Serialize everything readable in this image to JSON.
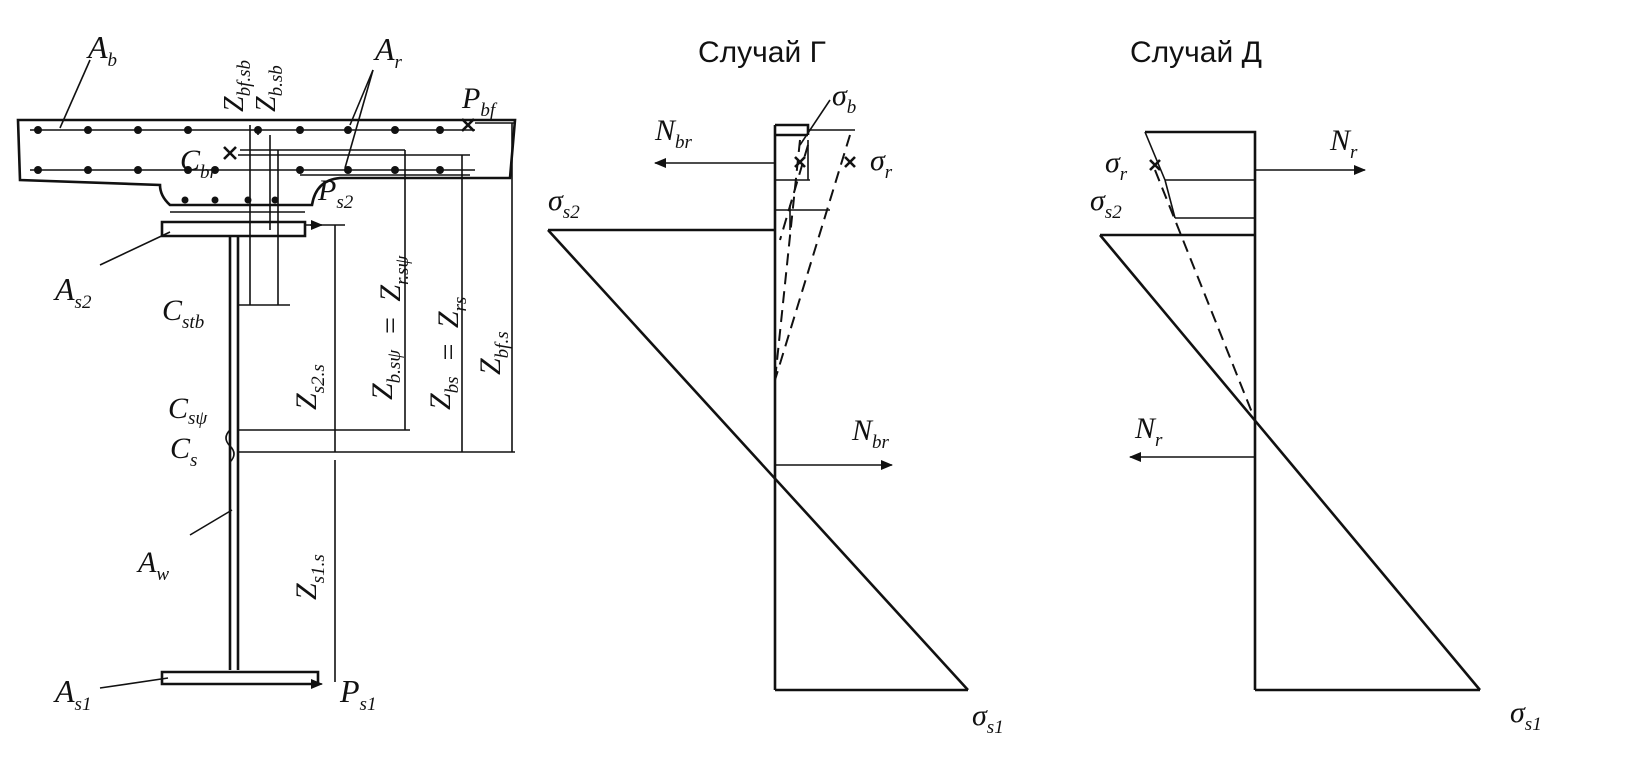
{
  "titles": {
    "case_g": "Случай Г",
    "case_d": "Случай Д"
  },
  "section": {
    "A_b": {
      "main": "A",
      "sub": "b"
    },
    "A_r": {
      "main": "A",
      "sub": "r"
    },
    "Z_bfsb": {
      "main": "Z",
      "sub": "bf.sb"
    },
    "Z_bsb": {
      "main": "Z",
      "sub": "b.sb"
    },
    "P_bf": {
      "main": "P",
      "sub": "bf"
    },
    "C_br": {
      "main": "C",
      "sub": "br"
    },
    "P_s2": {
      "main": "P",
      "sub": "s2"
    },
    "A_s2": {
      "main": "A",
      "sub": "s2"
    },
    "C_stb": {
      "main": "C",
      "sub": "stb"
    },
    "Z_rsv": {
      "main": "Z",
      "sub": "r.sψ",
      "eq": "="
    },
    "Z_rs": {
      "main": "Z",
      "sub": "rs",
      "eq": "="
    },
    "Z_bfs": {
      "main": "Z",
      "sub": "bf.s"
    },
    "Z_s2s": {
      "main": "Z",
      "sub": "s2.s"
    },
    "Z_bsv": {
      "main": "Z",
      "sub": "b.sψ"
    },
    "Z_bs": {
      "main": "Z",
      "sub": "bs"
    },
    "C_sv": {
      "main": "C",
      "sub": "sψ"
    },
    "C_s": {
      "main": "C",
      "sub": "s"
    },
    "A_w": {
      "main": "A",
      "sub": "w"
    },
    "Z_s1s": {
      "main": "Z",
      "sub": "s1.s"
    },
    "A_s1": {
      "main": "A",
      "sub": "s1"
    },
    "P_s1": {
      "main": "P",
      "sub": "s1"
    }
  },
  "case_g": {
    "N_br_top": {
      "main": "N",
      "sub": "br"
    },
    "sigma_b": {
      "main": "σ",
      "sub": "b"
    },
    "sigma_r": {
      "main": "σ",
      "sub": "r"
    },
    "sigma_s2": {
      "main": "σ",
      "sub": "s2"
    },
    "N_br_bottom": {
      "main": "N",
      "sub": "br"
    },
    "sigma_s1": {
      "main": "σ",
      "sub": "s1"
    }
  },
  "case_d": {
    "N_r_top": {
      "main": "N",
      "sub": "r"
    },
    "sigma_r": {
      "main": "σ",
      "sub": "r"
    },
    "sigma_s2": {
      "main": "σ",
      "sub": "s2"
    },
    "N_r_bottom": {
      "main": "N",
      "sub": "r"
    },
    "sigma_s1": {
      "main": "σ",
      "sub": "s1"
    }
  }
}
